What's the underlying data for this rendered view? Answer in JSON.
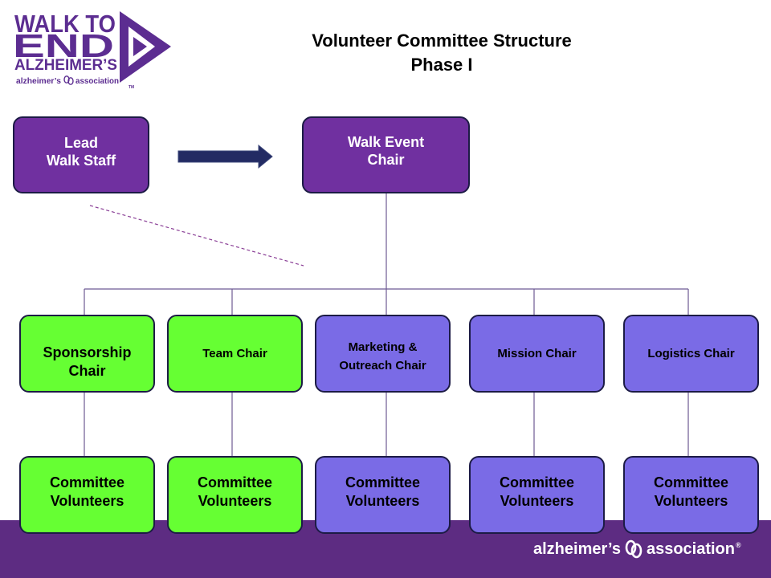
{
  "slide": {
    "title_line1": "Volunteer Committee Structure",
    "title_line2": "Phase I"
  },
  "logo": {
    "line1": "WALK TO",
    "line2": "END",
    "line3": "ALZHEIMER’S",
    "tagline_left": "alzheimer’s",
    "tagline_right": "association",
    "tagline_reg": "®",
    "trademark": "TM",
    "mark_icon": "triangle-arrow-icon",
    "symbol_icon": "association-loops-icon"
  },
  "top_nodes": {
    "lead": {
      "lines": [
        "Lead",
        "Walk Staff"
      ]
    },
    "event_chair": {
      "lines": [
        "Walk Event",
        "Chair"
      ]
    }
  },
  "link_icon": "right-arrow-icon",
  "chairs": [
    {
      "lines": [
        "Sponsorship",
        "Chair"
      ],
      "fill": "#66FF33"
    },
    {
      "lines": [
        "Team Chair"
      ],
      "fill": "#66FF33"
    },
    {
      "lines": [
        "Marketing &",
        "Outreach Chair"
      ],
      "fill": "#7A6BE6"
    },
    {
      "lines": [
        "Mission Chair"
      ],
      "fill": "#7A6BE6"
    },
    {
      "lines": [
        "Logistics Chair"
      ],
      "fill": "#7A6BE6"
    }
  ],
  "volunteers": [
    {
      "lines": [
        "Committee",
        "Volunteers"
      ],
      "fill": "#66FF33"
    },
    {
      "lines": [
        "Committee",
        "Volunteers"
      ],
      "fill": "#66FF33"
    },
    {
      "lines": [
        "Committee",
        "Volunteers"
      ],
      "fill": "#7A6BE6"
    },
    {
      "lines": [
        "Committee",
        "Volunteers"
      ],
      "fill": "#7A6BE6"
    },
    {
      "lines": [
        "Committee",
        "Volunteers"
      ],
      "fill": "#7A6BE6"
    }
  ],
  "footer": {
    "brand_left": "alzheimer’s",
    "brand_right": "association",
    "brand_reg": "®",
    "symbol_icon": "association-loops-icon"
  },
  "colors": {
    "top_box_fill": "#7030A0",
    "footer_band": "#5D2C82",
    "logo_purple": "#5C2D91",
    "arrow": "#232B63",
    "connector": "#6E5A93",
    "dashed_line": "#8A3F96",
    "box_border": "#1C1B45"
  }
}
